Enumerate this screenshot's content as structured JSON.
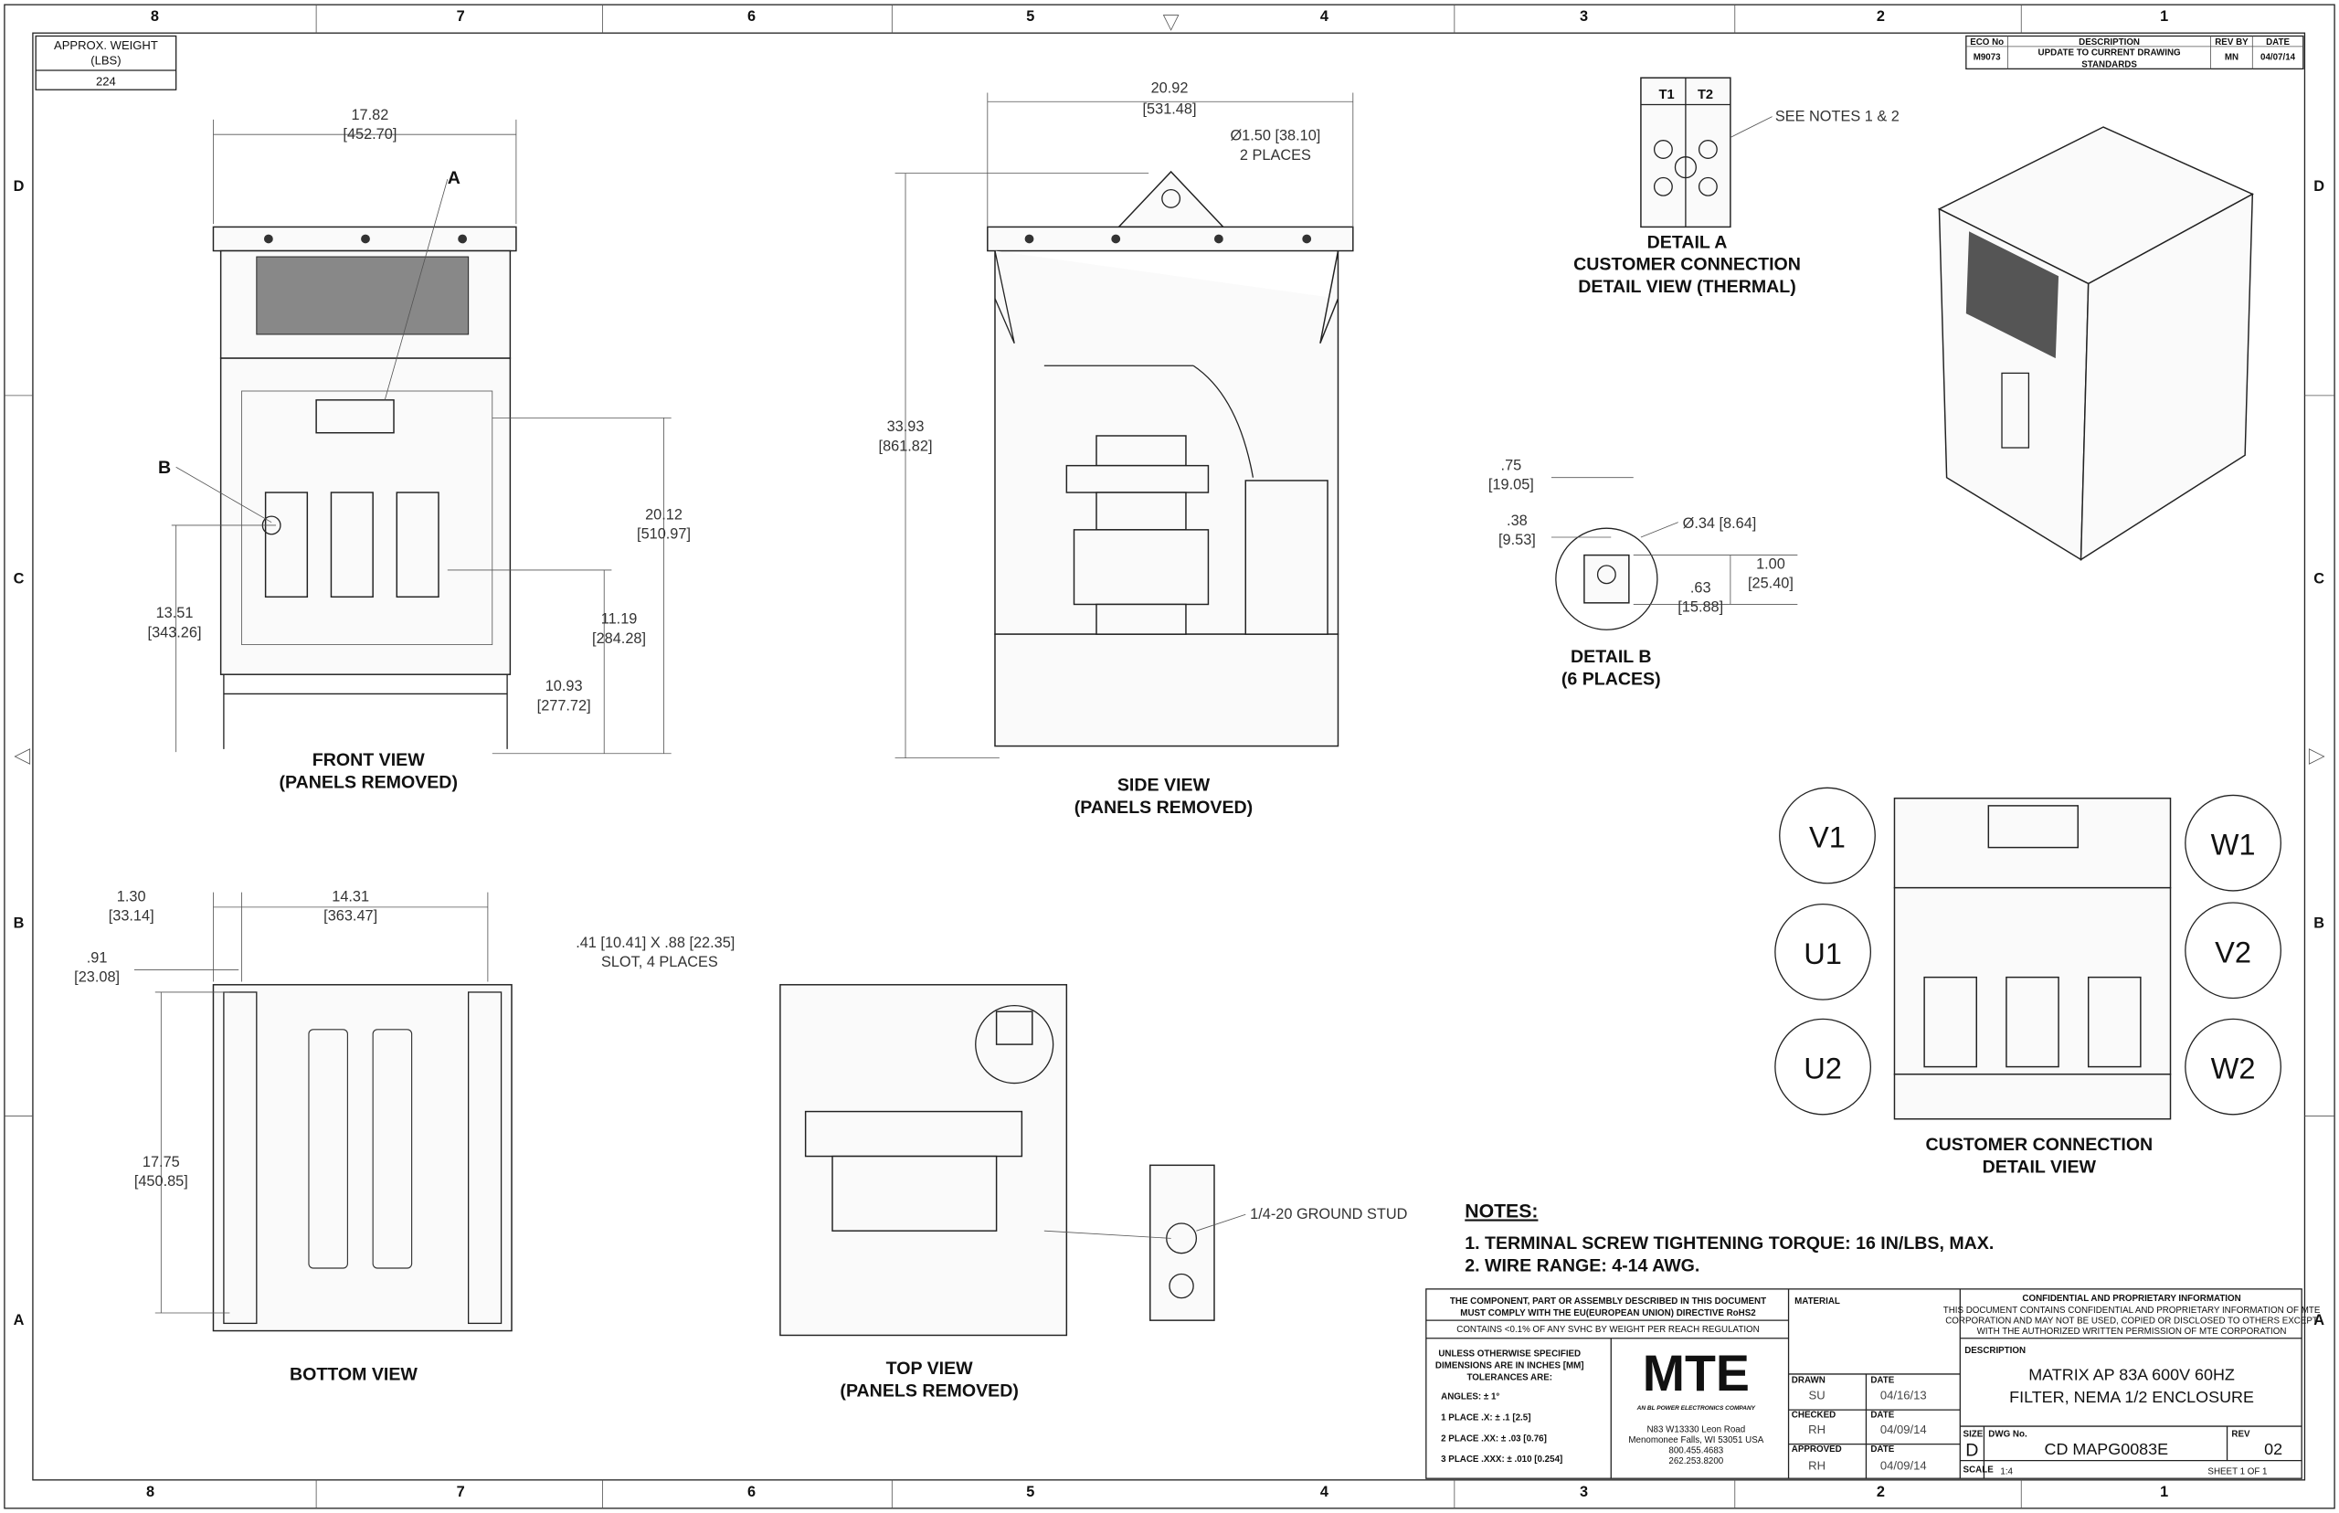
{
  "zones_top": [
    "8",
    "7",
    "6",
    "5",
    "4",
    "3",
    "2",
    "1"
  ],
  "zones_side": [
    "D",
    "C",
    "B",
    "A"
  ],
  "weight": {
    "label": "APPROX. WEIGHT (LBS)",
    "label1": "APPROX. WEIGHT",
    "label2": "(LBS)",
    "value": "224"
  },
  "revision": {
    "headers": [
      "ECO No",
      "DESCRIPTION",
      "REV BY",
      "DATE"
    ],
    "eco": "M9073",
    "desc1": "UPDATE TO CURRENT DRAWING",
    "desc2": "STANDARDS",
    "by": "MN",
    "date": "04/07/14"
  },
  "views": {
    "front": {
      "title1": "FRONT VIEW",
      "title2": "(PANELS REMOVED)",
      "callout_a": "A",
      "callout_b": "B",
      "dims": [
        [
          "17.82",
          "[452.70]"
        ],
        [
          "20.12",
          "[510.97]"
        ],
        [
          "11.19",
          "[284.28]"
        ],
        [
          "13.51",
          "[343.26]"
        ],
        [
          "10.93",
          "[277.72]"
        ]
      ]
    },
    "side": {
      "title1": "SIDE VIEW",
      "title2": "(PANELS REMOVED)",
      "dims": [
        [
          "20.92",
          "[531.48]"
        ],
        [
          "Ø1.50 [38.10]",
          "2 PLACES"
        ],
        [
          "33.93",
          "[861.82]"
        ]
      ]
    },
    "detail_a": {
      "title1": "DETAIL A",
      "title2": "CUSTOMER CONNECTION",
      "title3": "DETAIL VIEW (THERMAL)",
      "t1": "T1",
      "t2": "T2",
      "note": "SEE NOTES 1 & 2"
    },
    "detail_b": {
      "title1": "DETAIL B",
      "title2": "(6 PLACES)",
      "dims": [
        [
          ".75",
          "[19.05]"
        ],
        [
          ".38",
          "[9.53]"
        ],
        [
          "Ø.34 [8.64]",
          ""
        ],
        [
          ".63",
          "[15.88]"
        ],
        [
          "1.00",
          "[25.40]"
        ]
      ]
    },
    "bottom": {
      "title": "BOTTOM VIEW",
      "dims": [
        [
          "1.30",
          "[33.14]"
        ],
        [
          "14.31",
          "[363.47]"
        ],
        [
          ".91",
          "[23.08]"
        ],
        [
          "17.75",
          "[450.85]"
        ],
        [
          ".41 [10.41] X .88 [22.35]",
          "SLOT, 4 PLACES"
        ]
      ]
    },
    "top": {
      "title1": "TOP VIEW",
      "title2": "(PANELS REMOVED)",
      "ground": "1/4-20 GROUND STUD"
    },
    "customer": {
      "title1": "CUSTOMER CONNECTION",
      "title2": "DETAIL VIEW",
      "bubbles": [
        "V1",
        "W1",
        "U1",
        "V2",
        "U2",
        "W2"
      ]
    }
  },
  "notes": {
    "title": "NOTES:",
    "items": [
      "1.  TERMINAL SCREW TIGHTENING TORQUE: 16 IN/LBS, MAX.",
      "2.  WIRE RANGE: 4-14 AWG."
    ]
  },
  "title_block": {
    "rohs1": "THE COMPONENT, PART OR ASSEMBLY DESCRIBED IN THIS DOCUMENT",
    "rohs2": "MUST COMPLY WITH THE EU(EUROPEAN UNION) DIRECTIVE RoHS2",
    "reach": "CONTAINS <0.1% OF ANY SVHC BY WEIGHT PER REACH REGULATION",
    "tol1": "UNLESS OTHERWISE SPECIFIED",
    "tol2": "DIMENSIONS ARE IN INCHES [MM]",
    "tol3": "TOLERANCES ARE:",
    "angles": "ANGLES: ± 1°",
    "p1": "1 PLACE .X: ± .1 [2.5]",
    "p2": "2 PLACE .XX: ± .03 [0.76]",
    "p3": "3 PLACE .XXX: ± .010 [0.254]",
    "logo": "MTE",
    "tagline": "AN BL POWER ELECTRONICS COMPANY",
    "addr": [
      "N83 W13330 Leon Road",
      "Menomonee Falls, WI 53051 USA",
      "800.455.4683",
      "262.253.8200"
    ],
    "material": "MATERIAL",
    "drawn_label": "DRAWN",
    "drawn": "SU",
    "drawn_date": "04/16/13",
    "checked_label": "CHECKED",
    "checked": "RH",
    "checked_date": "04/09/14",
    "approved_label": "APPROVED",
    "approved": "RH",
    "approved_date": "04/09/14",
    "date_label": "DATE",
    "conf_title": "CONFIDENTIAL AND PROPRIETARY INFORMATION",
    "conf": [
      "THIS DOCUMENT CONTAINS CONFIDENTIAL AND PROPRIETARY INFORMATION OF MTE",
      "CORPORATION AND MAY NOT BE USED, COPIED OR DISCLOSED TO OTHERS EXCEPT",
      "WITH THE AUTHORIZED WRITTEN PERMISSION OF MTE CORPORATION"
    ],
    "desc_label": "DESCRIPTION",
    "desc1": "MATRIX AP 83A 600V 60HZ",
    "desc2": "FILTER, NEMA 1/2 ENCLOSURE",
    "size_label": "SIZE",
    "size": "D",
    "dwg_label": "DWG No.",
    "dwg": "CD MAPG0083E",
    "rev_label": "REV",
    "rev": "02",
    "scale_label": "SCALE",
    "scale": "1:4",
    "sheet": "SHEET 1  OF 1"
  }
}
